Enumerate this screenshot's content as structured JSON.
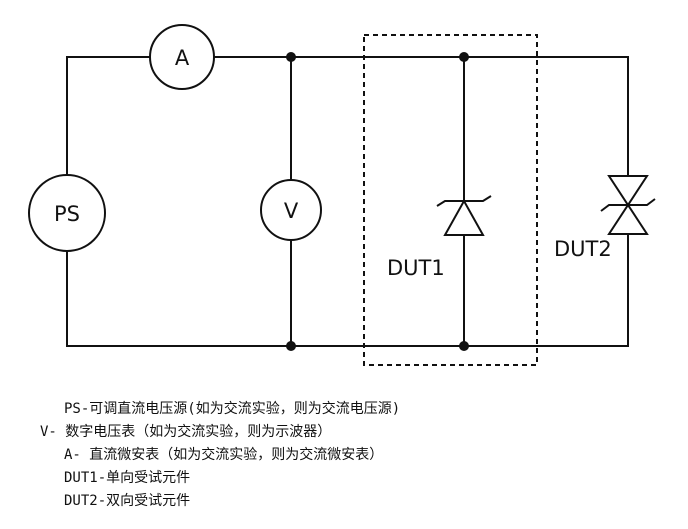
{
  "components": {
    "ammeter": "A",
    "power_supply": "PS",
    "voltmeter": "V",
    "dut1": "DUT1",
    "dut2": "DUT2"
  },
  "legend": [
    "PS-可调直流电压源(如为交流实验，则为交流电压源)",
    "V- 数字电压表（如为交流实验，则为示波器）",
    "A-   直流微安表（如为交流实验，则为交流微安表）",
    "DUT1-单向受试元件",
    "DUT2-双向受试元件"
  ]
}
